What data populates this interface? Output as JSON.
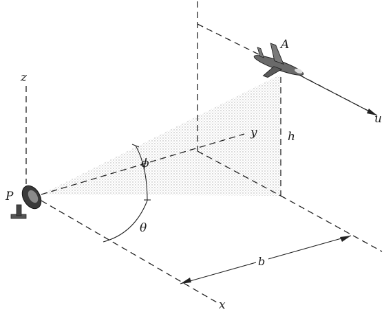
{
  "labels": {
    "point_A": "A",
    "point_P": "P",
    "axis_x": "x",
    "axis_y": "y",
    "axis_z": "z",
    "direction_u": "u",
    "height_h": "h",
    "distance_b": "b",
    "angle_phi": "ϕ",
    "angle_theta": "θ"
  },
  "colors": {
    "ink": "#222222",
    "shading": "#c8c8c8",
    "background": "#ffffff"
  },
  "icons": {
    "aircraft": "airplane-icon",
    "radar": "radar-dish-icon"
  }
}
